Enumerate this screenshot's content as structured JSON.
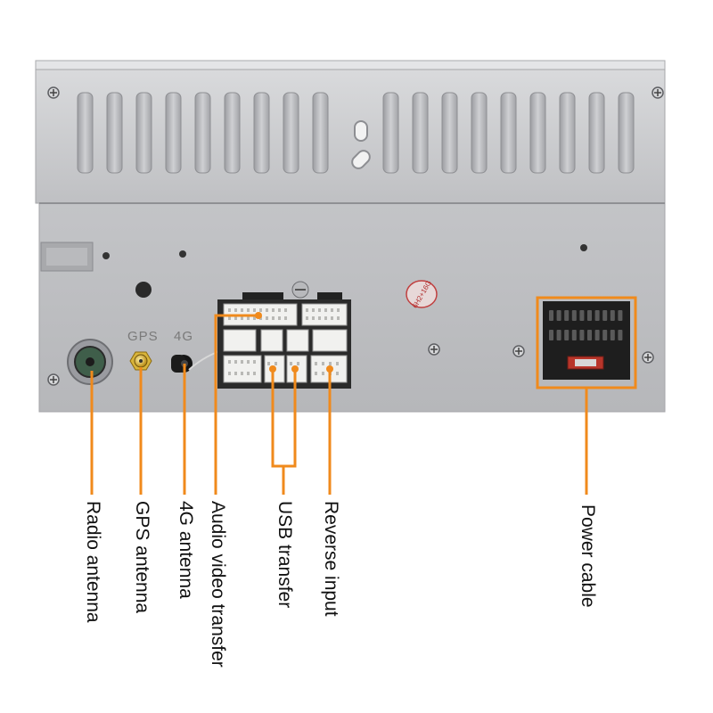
{
  "panel": {
    "gps_print": "GPS",
    "fourg_print": "4G",
    "stamp_text": "6H2+16G"
  },
  "callouts": {
    "radio": "Radio antenna",
    "gps": "GPS antenna",
    "fourg": "4G antenna",
    "av": "Audio video transfer",
    "usb": "USB transfer",
    "reverse": "Reverse input",
    "power": "Power cable"
  },
  "colors": {
    "callout_orange": "#f08a1c",
    "chassis_silver": "#c6c7c9",
    "connector_white": "#f1f1ef"
  }
}
